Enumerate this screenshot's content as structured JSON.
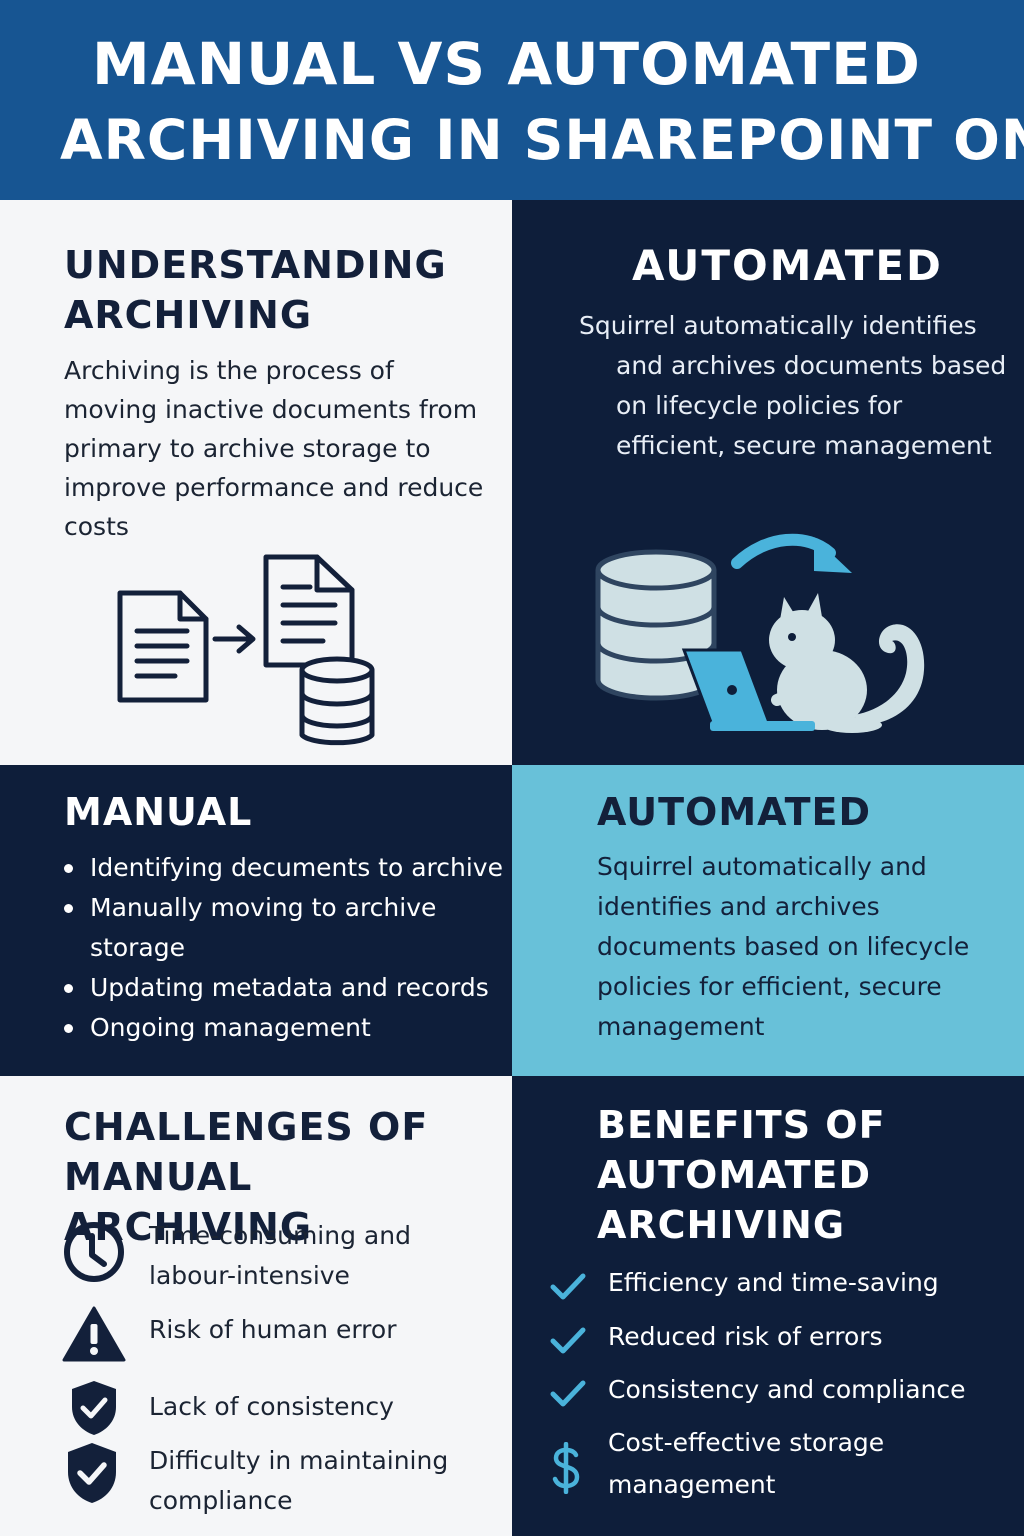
{
  "header": {
    "title_line1": "MANUAL VS AUTOMATED",
    "title_line2": "ARCHIVING IN SHAREPOINT ONLINE"
  },
  "understanding": {
    "title": "UNDERSTANDING ARCHIVING",
    "body": "Archiving is the process of moving inactive documents from primary to archive storage to improve performance and reduce costs"
  },
  "automated_top": {
    "title": "AUTOMATED",
    "lines": [
      "Squirrel automatically identifies",
      "and archives documents based",
      "on lifecycle policies for",
      "efficient, secure management"
    ]
  },
  "manual": {
    "title": "MANUAL",
    "items": [
      "Identifying decuments to archive",
      "Manually moving to archive storage",
      "Updating metadata and records",
      "Ongoing management"
    ]
  },
  "automated_mid": {
    "title": "AUTOMATED",
    "body": "Squirrel automatically and identifies and archives documents based on lifecycle policies for efficient, secure management"
  },
  "challenges": {
    "title": "CHALLENGES OF MANUAL ARCHIVING",
    "items": [
      {
        "icon": "clock-icon",
        "text": "Time-consuming and labour-intensive"
      },
      {
        "icon": "warning-icon",
        "text": "Risk of human error"
      },
      {
        "icon": "shield-check-icon",
        "text": "Lack of consistency"
      },
      {
        "icon": "shield-check-icon",
        "text": "Difficulty in maintaining compliance"
      }
    ]
  },
  "benefits": {
    "title": "BENEFITS OF AUTOMATED ARCHIVING",
    "items": [
      {
        "icon": "checkmark-icon",
        "text": "Efficiency and time-saving"
      },
      {
        "icon": "checkmark-icon",
        "text": "Reduced risk of errors"
      },
      {
        "icon": "checkmark-icon",
        "text": "Consistency and compliance"
      },
      {
        "icon": "dollar-icon",
        "text": "Cost-effective storage management"
      }
    ]
  },
  "colors": {
    "header_bg": "#175592",
    "navy": "#0e1e3a",
    "light_bg": "#f5f6f8",
    "cyan": "#68c1d9",
    "accent_blue": "#4ab3db"
  }
}
